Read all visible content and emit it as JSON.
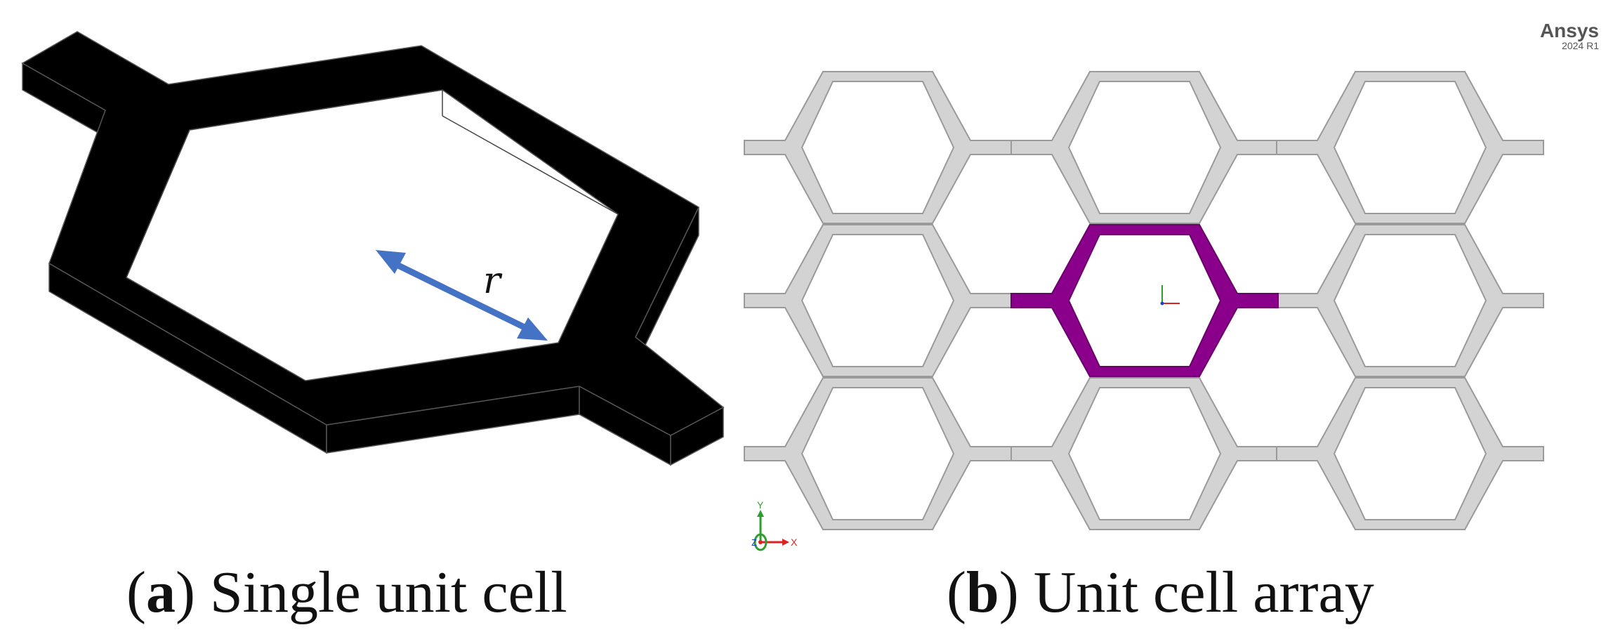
{
  "panel_a": {
    "caption_letter": "a",
    "caption_text": "Single unit cell",
    "dimension_label": "r",
    "arrow_color": "#4472c4",
    "body_color": "#000000"
  },
  "panel_b": {
    "caption_letter": "b",
    "caption_text": "Unit cell array",
    "software": {
      "brand": "Ansys",
      "version": "2024 R1"
    },
    "axis_labels": {
      "x": "X",
      "y": "Y",
      "z": "Z"
    },
    "array": {
      "rows": 3,
      "cols": 3,
      "highlighted": "center"
    },
    "colors": {
      "cell": "#d3d3d3",
      "cell_edge": "#a6a6a6",
      "highlight": "#8b008b"
    }
  }
}
